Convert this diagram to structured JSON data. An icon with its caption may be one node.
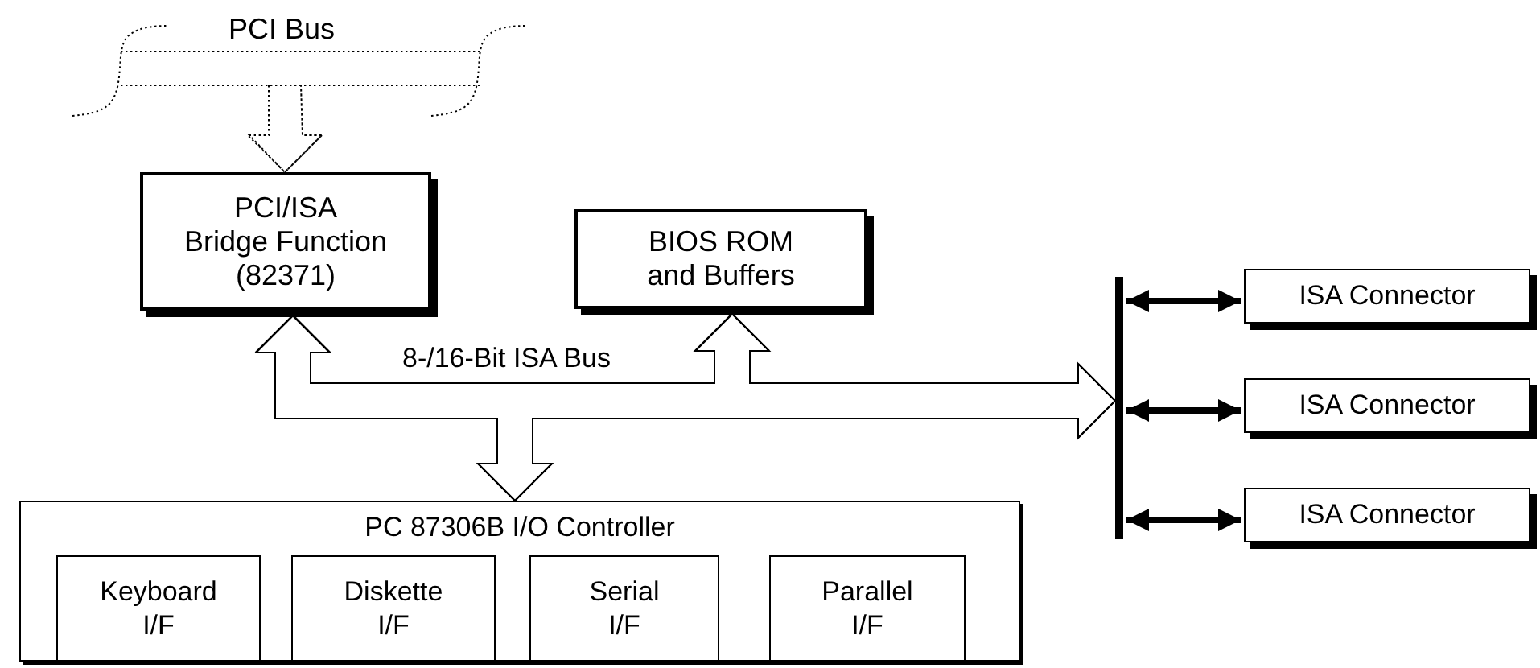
{
  "diagram": {
    "nodes": [
      {
        "text": [
          "PCI Bus"
        ]
      },
      {
        "text": [
          "PCI/ISA",
          "Bridge Function (82371)"
        ]
      },
      {
        "text": [
          "BIOS ROM and Buffers"
        ]
      },
      {
        "text": [],
        "shape": "bar"
      },
      {
        "text": [
          "ISA Connector"
        ]
      },
      {
        "text": [
          "ISA Connector"
        ]
      },
      {
        "text": [
          "ISA Connector"
        ]
      },
      {
        "text": [
          "PC 87306B I/O Controller"
        ]
      },
      {
        "text": [
          "Keyboard I/F"
        ],
        "in": 7
      },
      {
        "text": [
          "Diskette I/F"
        ],
        "in": 7
      },
      {
        "text": [
          "Serial I/F"
        ],
        "in": 7
      },
      {
        "text": [
          "Parallel I/F"
        ],
        "in": 7
      }
    ],
    "edges": [
      {
        "from": 0,
        "to": 1,
        "arrow": "to",
        "style": "dashed"
      },
      {
        "from": 1,
        "to": 3,
        "arrow": "both"
      },
      {
        "from": 1,
        "to": 2,
        "arrow": "both",
        "label": "8-/16-Bit ISA Bus"
      },
      {
        "from": 1,
        "to": 7,
        "arrow": "both"
      },
      {
        "from": 3,
        "to": 4,
        "arrow": "both",
        "style": "thick"
      },
      {
        "from": 3,
        "to": 5,
        "arrow": "both",
        "style": "thick"
      },
      {
        "from": 3,
        "to": 6,
        "arrow": "both",
        "style": "thick"
      }
    ]
  }
}
